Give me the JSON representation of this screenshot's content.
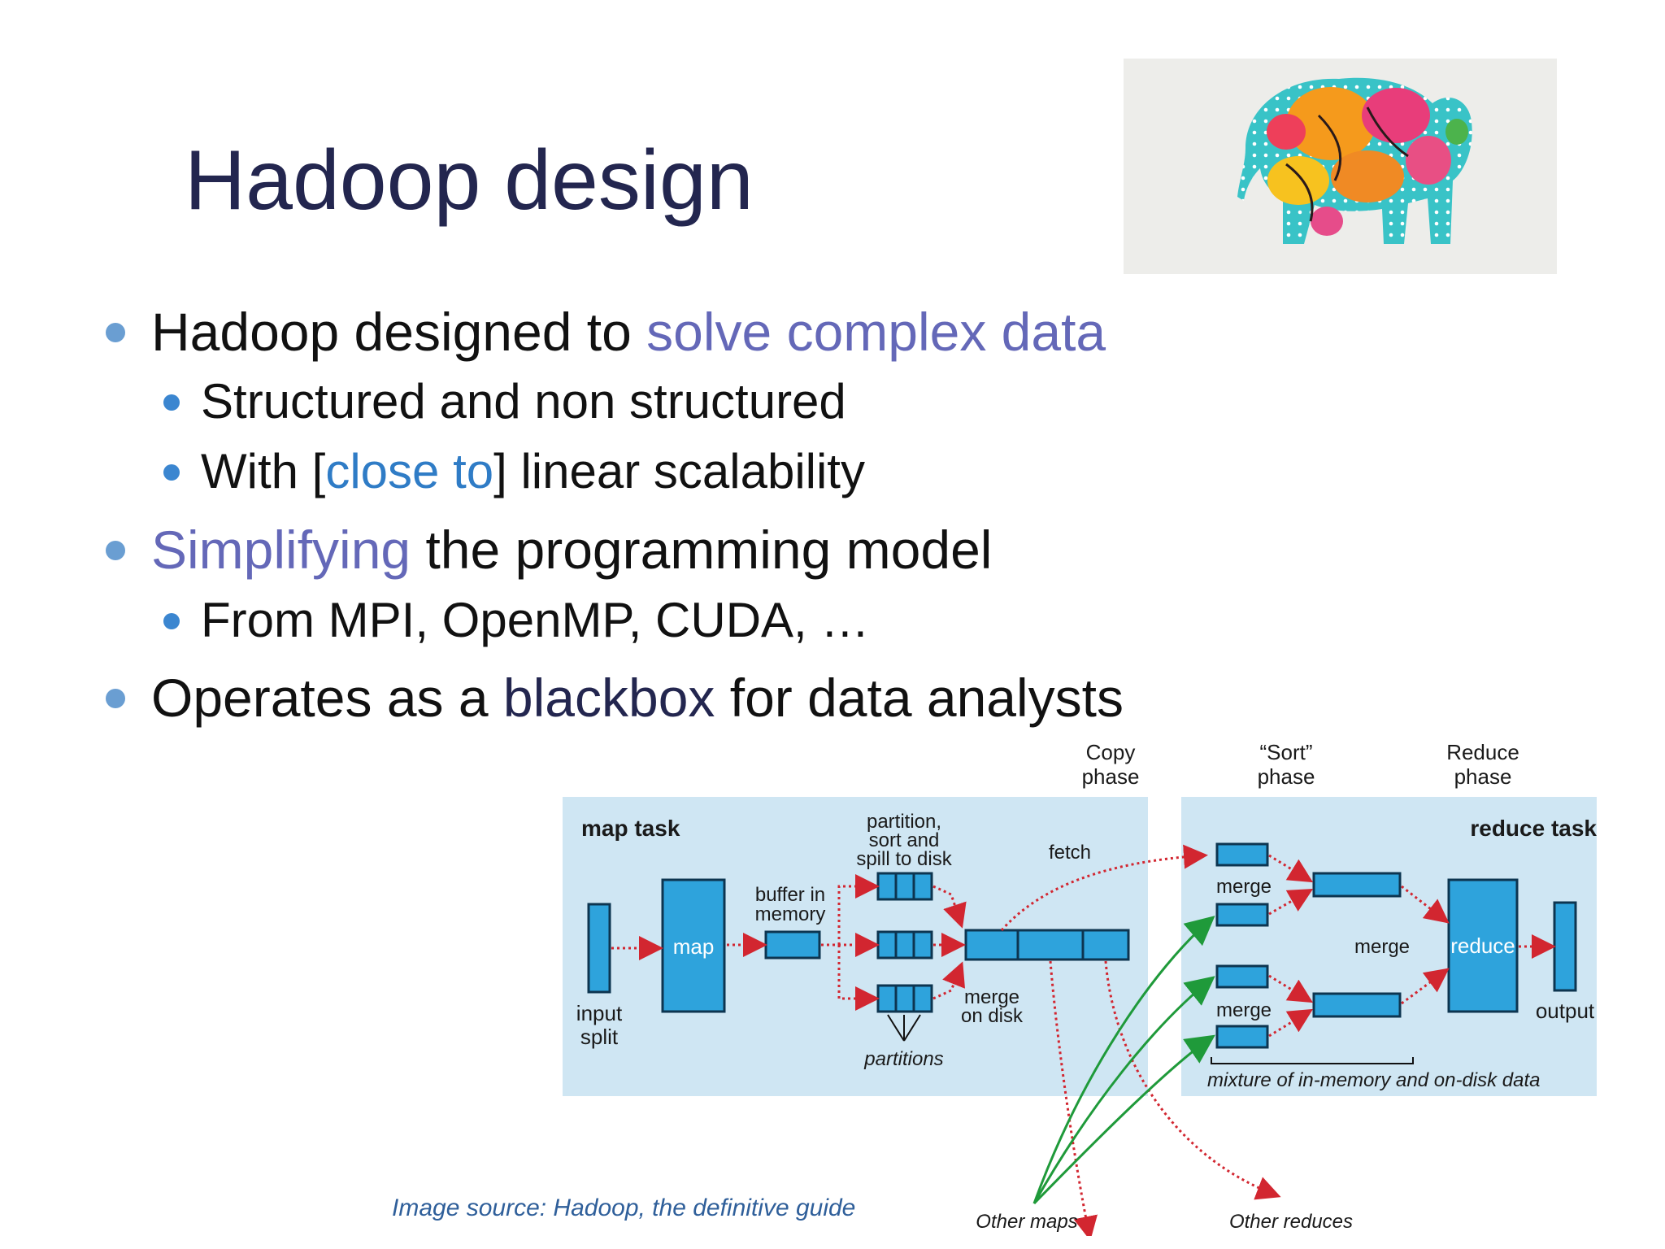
{
  "title": "Hadoop design",
  "image_alt": "elephant-image",
  "bullets": {
    "b1": {
      "plain": "Hadoop designed to ",
      "highlight": "solve complex data"
    },
    "b1a": {
      "text": "Structured and non structured"
    },
    "b1b": {
      "pre": "With [",
      "highlight": "close to",
      "post": "] linear scalability"
    },
    "b2": {
      "highlight": "Simplifying",
      "post": " the programming model"
    },
    "b2a": {
      "text": "From MPI, OpenMP, CUDA, …"
    },
    "b3": {
      "pre": "Operates as a ",
      "highlight": "blackbox",
      "post": " for data analysts"
    }
  },
  "diagram": {
    "phases": {
      "copy_1": "Copy",
      "copy_2": "phase",
      "sort_1": "“Sort”",
      "sort_2": "phase",
      "reduce_1": "Reduce",
      "reduce_2": "phase"
    },
    "map_task": "map task",
    "reduce_task": "reduce task",
    "map": "map",
    "reduce": "reduce",
    "input_1": "input",
    "input_2": "split",
    "buffer_1": "buffer in",
    "buffer_2": "memory",
    "partition_1": "partition,",
    "partition_2": "sort and",
    "partition_3": "spill to disk",
    "partitions": "partitions",
    "merge_disk_1": "merge",
    "merge_disk_2": "on disk",
    "fetch": "fetch",
    "merge_a": "merge",
    "merge_b": "merge",
    "merge_c": "merge",
    "output": "output",
    "mixture": "mixture of in-memory and on-disk data",
    "other_maps": "Other maps",
    "other_reduces": "Other reduces"
  },
  "source": "Image source: Hadoop, the definitive guide",
  "colors": {
    "title": "#23264f",
    "highlight": "#6468b8",
    "panel": "#cfe6f3",
    "box": "#2ea3dc",
    "red_arrow": "#d22630",
    "green_arrow": "#1f9a3a"
  }
}
